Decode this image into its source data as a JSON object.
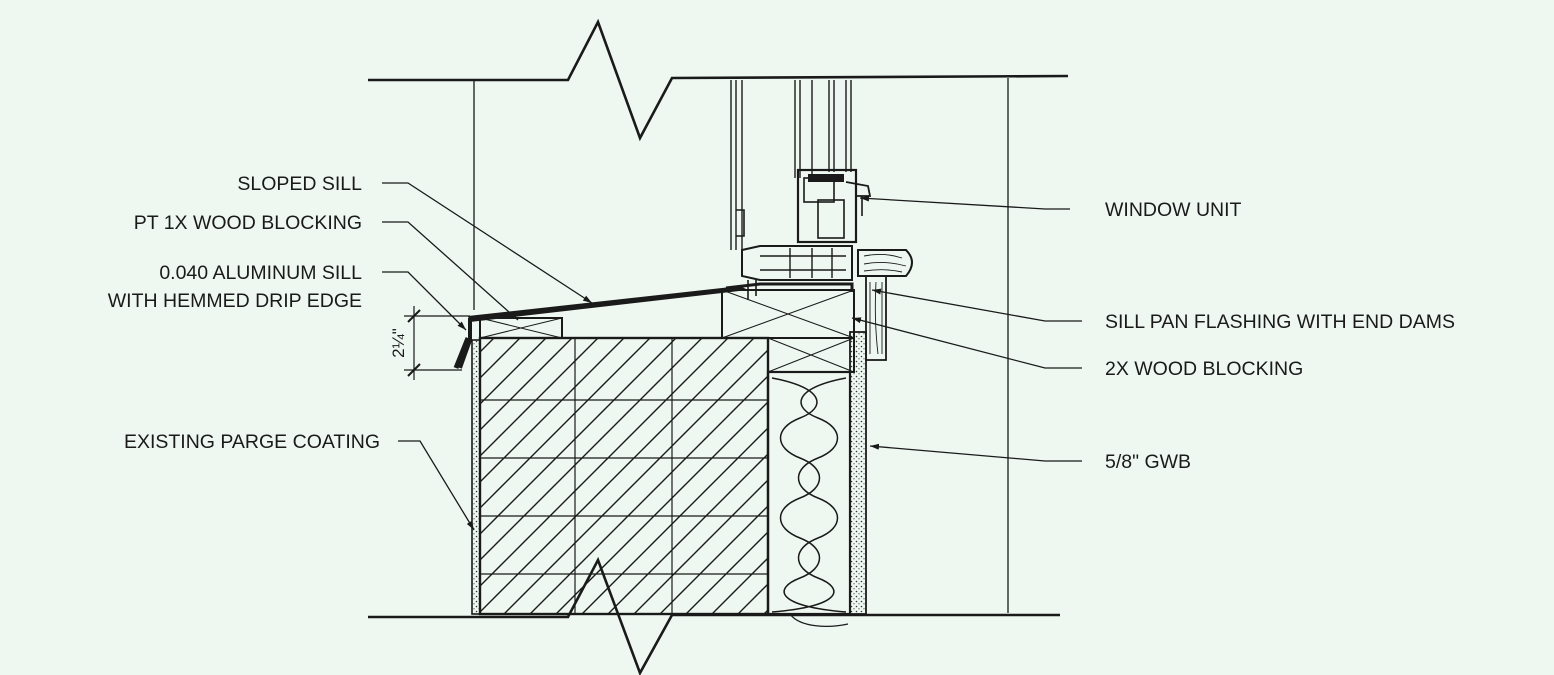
{
  "diagram": {
    "labels": {
      "sloped_sill": "SLOPED SILL",
      "pt_blocking": "PT 1X WOOD BLOCKING",
      "aluminum_sill_1": "0.040 ALUMINUM SILL",
      "aluminum_sill_2": "WITH HEMMED DRIP EDGE",
      "parge": "EXISTING PARGE COATING",
      "window_unit": "WINDOW UNIT",
      "sill_pan": "SILL PAN FLASHING WITH END DAMS",
      "wood_blocking_2x": "2X WOOD BLOCKING",
      "gwb": "5/8\" GWB"
    },
    "dimension": "2¼\""
  }
}
